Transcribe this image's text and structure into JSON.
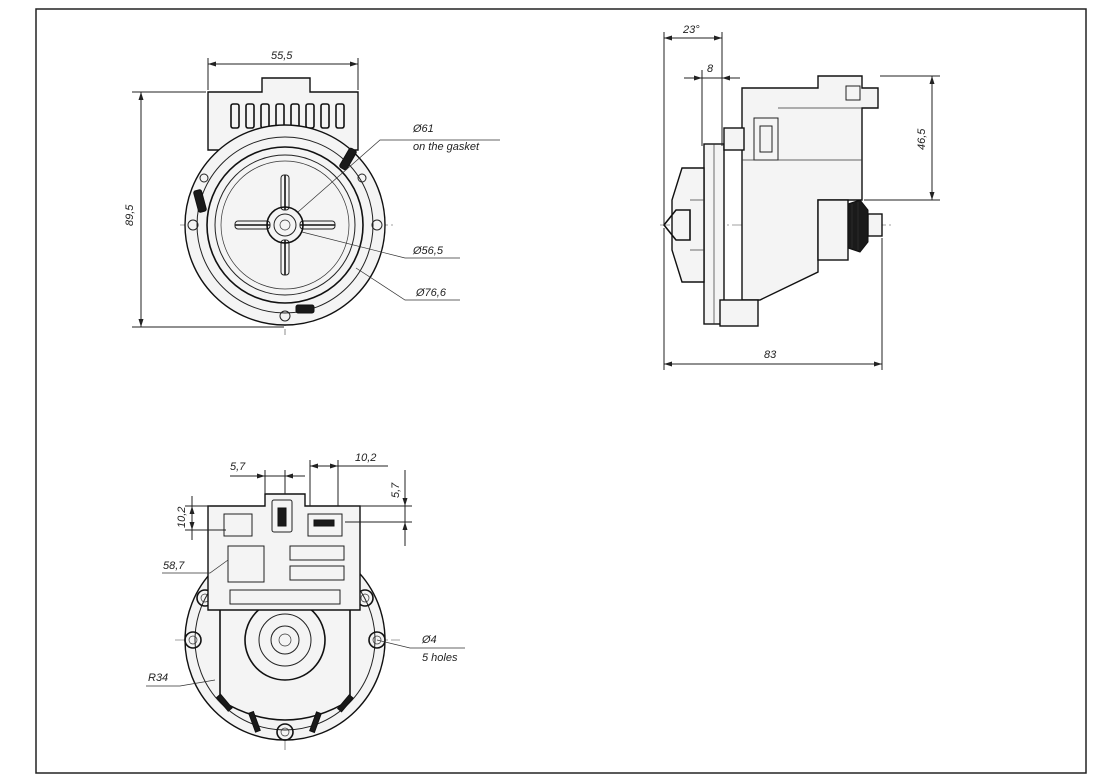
{
  "front_view": {
    "width_label": "55,5",
    "height_label": "89,5",
    "gasket_diameter_label": "Ø61",
    "gasket_note": "on the gasket",
    "inner_diameter_label": "Ø56,5",
    "outer_diameter_label": "Ø76,6"
  },
  "side_view": {
    "angle_label": "23°",
    "offset_label": "8",
    "height_label": "46,5",
    "length_label": "83"
  },
  "bottom_view": {
    "left_offset_label": "5,7",
    "right_offset_label": "10,2",
    "top_offset_label": "5,7",
    "left_height_label": "10,2",
    "width_label": "58,7",
    "radius_label": "R34",
    "hole_diameter_label": "Ø4",
    "hole_note": "5 holes"
  }
}
